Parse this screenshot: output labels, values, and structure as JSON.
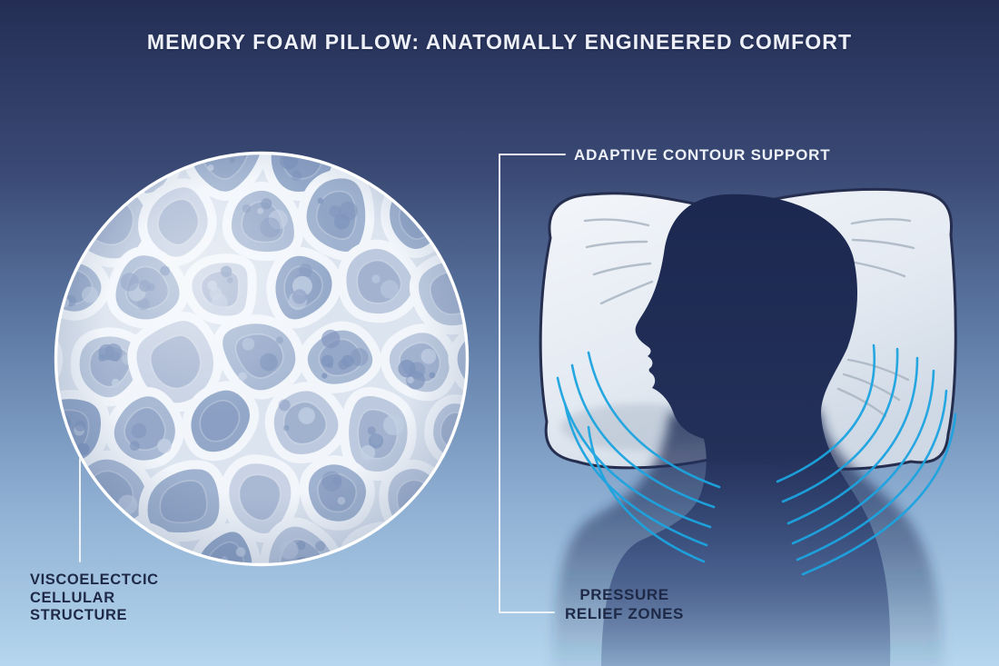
{
  "title": "MEMORY FOAM PILLOW: ANATOMALLY ENGINEERED COMFORT",
  "foam_label": {
    "lines": [
      "VISCOELECTCIC",
      "CELLULAR",
      "STRUCTURE"
    ]
  },
  "adaptive_label": "ADAPTIVE CONTOUR SUPPORT",
  "pressure_label": {
    "lines": [
      "PRESSURE",
      "RELIEF ZONES"
    ]
  },
  "colors": {
    "bg_top": "#242e55",
    "bg_upper": "#3a4a75",
    "bg_mid": "#5e7ba6",
    "bg_lower": "#8fb0d3",
    "bg_bottom": "#b5d6ee",
    "title_text": "#eef2f8",
    "label_dark": "#1e2947",
    "callout_line": "#eef3f8",
    "pillow_light": "#f3f6fa",
    "pillow_mid": "#e4eaf2",
    "pillow_dark": "#cfd9e5",
    "pillow_outline": "#252e4f",
    "pillow_crease": "#a9b5c3",
    "head_top": "#1c2850",
    "head_mid": "#233059",
    "head_bottom": "#3a4f80",
    "shoulder": "#22305a",
    "arc": "#1ca4e0",
    "foam_ring": "#ffffff",
    "foam_base": "#dce4ef",
    "foam_strut": "#f2f6fb",
    "foam_inner_shade": "#7e93bb",
    "foam_bubble": "#7e94bc",
    "foam_bubble_light": "#c3d0e4",
    "foam_palette": [
      "#bcc9de",
      "#a8b9d4",
      "#93a8c9",
      "#c9d3e5",
      "#9fb2cf"
    ]
  },
  "foam": {
    "seed": 11,
    "spacing": 86,
    "bubble_chance": 0.7
  }
}
